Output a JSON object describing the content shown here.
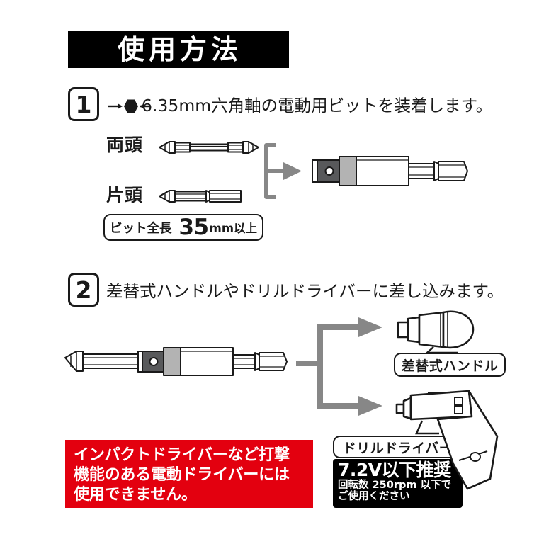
{
  "header": {
    "title": "使用方法"
  },
  "steps": [
    {
      "number": "1",
      "instruction": "→⬢← 6.35mm六角軸の電動用ビットを装着します。",
      "instruction_prefix_icon": "hex-shank-icon",
      "instruction_text": "6.35mm六角軸の電動用ビットを装着します。"
    },
    {
      "number": "2",
      "instruction": "差替式ハンドルやドリルドライバーに差し込みます。"
    }
  ],
  "step1": {
    "bit_labels": [
      {
        "name": "両頭",
        "type": "double-ended-bit"
      },
      {
        "name": "片頭",
        "type": "single-ended-bit"
      }
    ],
    "length_callout": {
      "label": "ビット全長",
      "value": "35",
      "unit": "mm以上"
    }
  },
  "step2": {
    "handle_callout": "差替式ハンドル",
    "driver_callout": "ドリルドライバー",
    "spec": {
      "line1": "7.2V以下推奨",
      "line2": "回転数 250rpm 以下で",
      "line3": "ご使用ください"
    }
  },
  "warning": {
    "line1": "インパクトドライバーなど打撃",
    "line2": "機能のある電動ドライバーには",
    "line3": "使用できません。"
  },
  "colors": {
    "warning_red": "#e3000f",
    "banner_black": "#000000",
    "arrow_gray": "#878787",
    "part_gray": "#b3b3b3",
    "dark_gray": "#58595b",
    "text": "#1a1a1a",
    "background": "#ffffff"
  }
}
